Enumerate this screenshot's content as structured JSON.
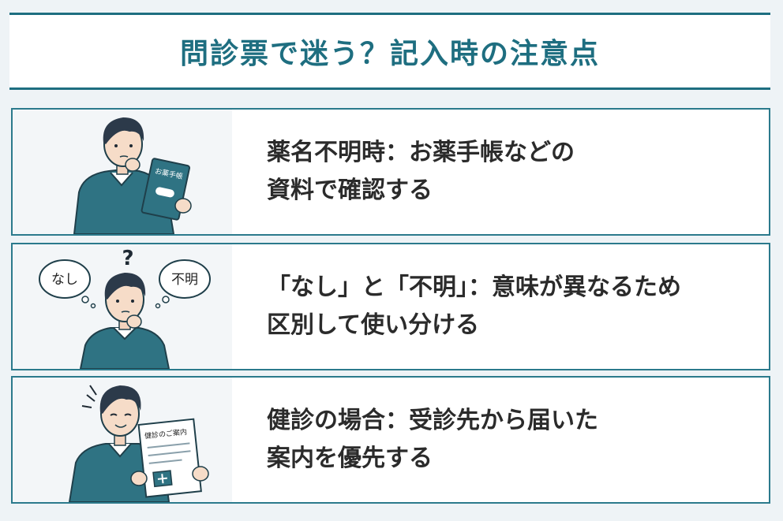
{
  "title": "問診票で迷う？記入時の注意点",
  "items": [
    {
      "line1": "薬名不明時：お薬手帳などの",
      "line2": "資料で確認する",
      "illustration_label": "お薬手帳"
    },
    {
      "line1": "「なし」と「不明」：意味が異なるため",
      "line2": "区別して使い分ける",
      "bubble_left": "なし",
      "bubble_right": "不明",
      "question_mark": "?"
    },
    {
      "line1": "健診の場合：受診先から届いた",
      "line2": "案内を優先する",
      "illustration_label": "健診のご案内"
    }
  ],
  "colors": {
    "accent": "#1e6e80",
    "card_border": "#2b7a8c",
    "sweater": "#2f7383",
    "hair": "#2c3a4a"
  }
}
